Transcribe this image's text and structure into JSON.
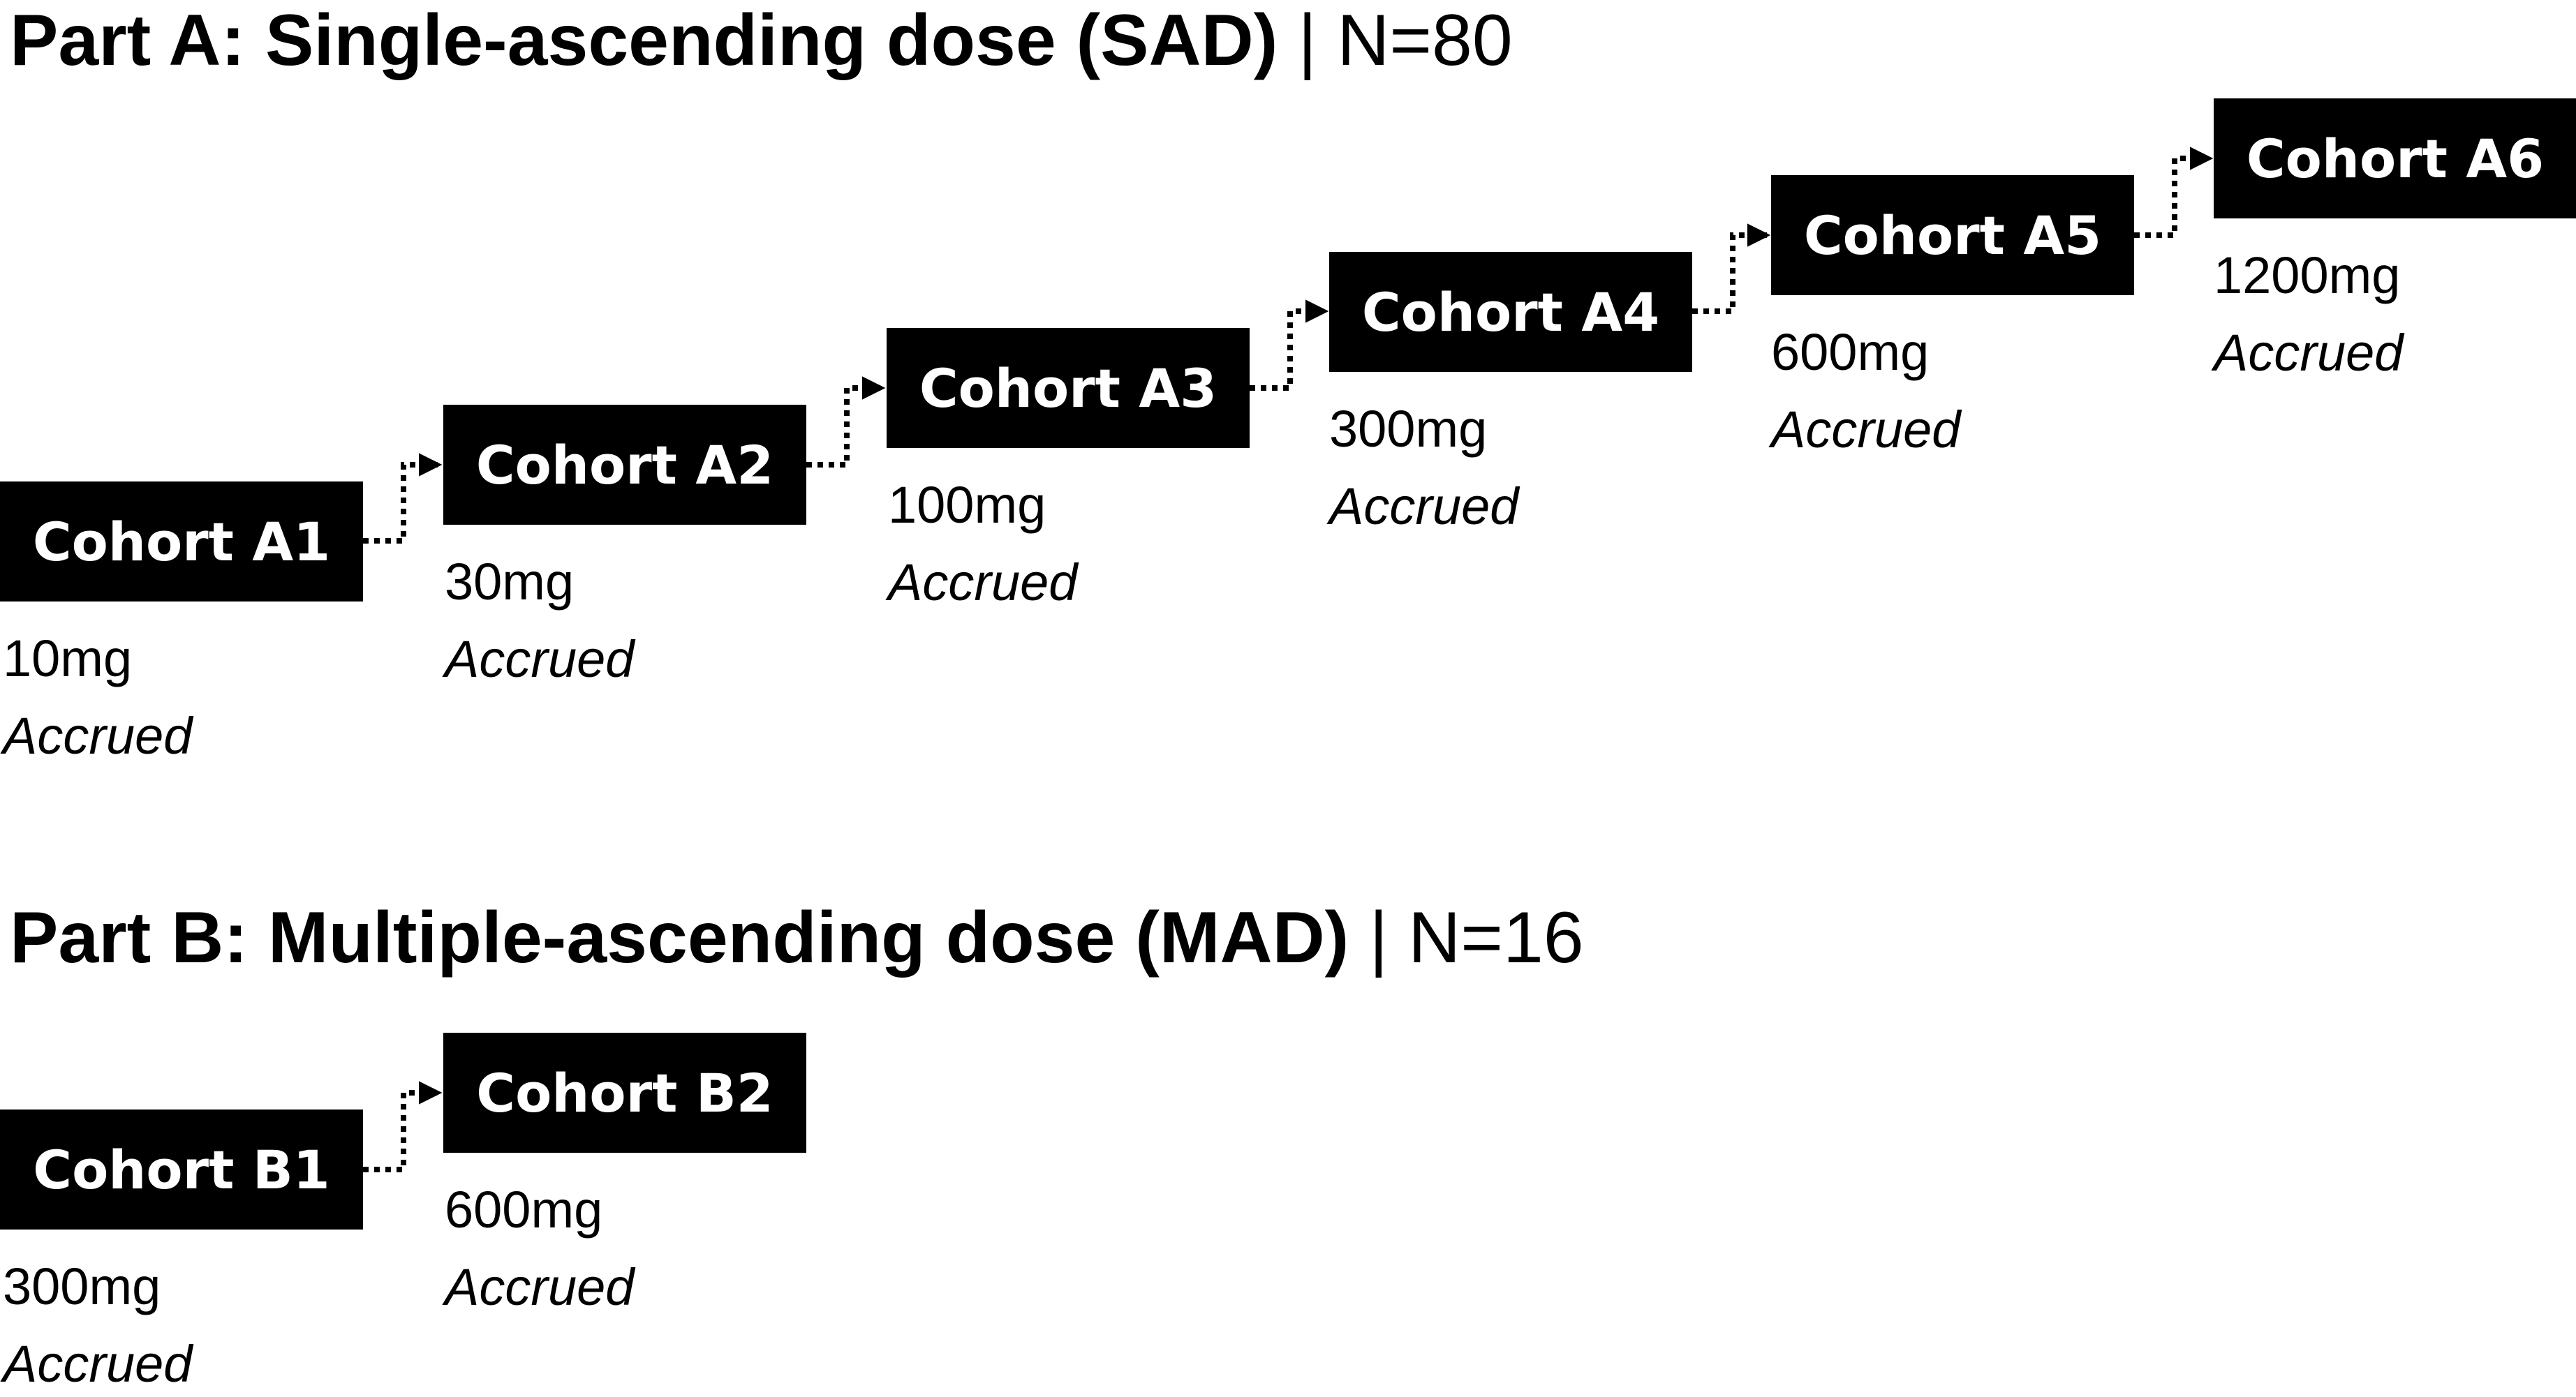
{
  "colors": {
    "box_fill": "#000000",
    "box_text": "#ffffff",
    "text": "#000000",
    "connector": "#000000"
  },
  "part_a": {
    "title_bold": "Part A: Single-ascending dose (SAD)",
    "title_rest": " | N=80",
    "cohorts": [
      {
        "label": "Cohort A1",
        "dose": "10mg",
        "status": "Accrued"
      },
      {
        "label": "Cohort A2",
        "dose": "30mg",
        "status": "Accrued"
      },
      {
        "label": "Cohort A3",
        "dose": "100mg",
        "status": "Accrued"
      },
      {
        "label": "Cohort A4",
        "dose": "300mg",
        "status": "Accrued"
      },
      {
        "label": "Cohort A5",
        "dose": "600mg",
        "status": "Accrued"
      },
      {
        "label": "Cohort A6",
        "dose": "1200mg",
        "status": "Accrued"
      }
    ]
  },
  "part_b": {
    "title_bold": "Part B: Multiple-ascending dose (MAD)",
    "title_rest": " | N=16",
    "cohorts": [
      {
        "label": "Cohort B1",
        "dose": "300mg",
        "status": "Accrued"
      },
      {
        "label": "Cohort B2",
        "dose": "600mg",
        "status": "Accrued"
      }
    ]
  }
}
